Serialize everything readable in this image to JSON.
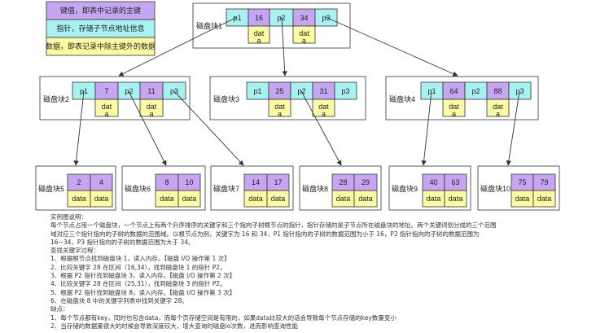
{
  "legend": {
    "key": "键值，即表中记录的主键",
    "pointer": "指针，存储子节点地址信息",
    "data": "数据，即表记录中除主键外的数据"
  },
  "colors": {
    "key": "#c6a6f2",
    "pointer": "#a9f1f1",
    "data": "#fbfba3",
    "border": "#333333"
  },
  "root": {
    "label": "磁盘块1",
    "cells": [
      "p1",
      "16",
      "p2",
      "34",
      "p3"
    ],
    "data_label": "data"
  },
  "level2": [
    {
      "label": "磁盘块2",
      "cells": [
        "p1",
        "7",
        "p2",
        "11",
        "p3"
      ],
      "data_label": "data"
    },
    {
      "label": "磁盘块3",
      "cells": [
        "p1",
        "25",
        "p2",
        "31",
        "p3"
      ],
      "data_label": "data"
    },
    {
      "label": "磁盘块4",
      "cells": [
        "p1",
        "64",
        "p2",
        "88",
        "p3"
      ],
      "data_label": "data"
    }
  ],
  "leaves": [
    {
      "label": "磁盘块5",
      "keys": [
        "2",
        "4"
      ],
      "data": [
        "data",
        "data"
      ]
    },
    {
      "label": "磁盘块6",
      "keys": [
        "8",
        "10"
      ],
      "data": [
        "data",
        "data"
      ]
    },
    {
      "label": "磁盘块7",
      "keys": [
        "14",
        "17"
      ],
      "data": [
        "data",
        "data"
      ]
    },
    {
      "label": "磁盘块8",
      "keys": [
        "28",
        "29"
      ],
      "data": [
        "data",
        "data"
      ]
    },
    {
      "label": "磁盘块9",
      "keys": [
        "40",
        "63"
      ],
      "data": [
        "data",
        "data"
      ]
    },
    {
      "label": "磁盘块10",
      "keys": [
        "75",
        "79"
      ],
      "data": [
        "data",
        "data"
      ]
    }
  ],
  "notes": [
    "实例图说明：",
    "每个节点占用一个磁盘块，一个节点上有两个升序排序的关键字和三个指向子树根节点的指针，指针存储的是子节点所在磁盘块的地址。两个关键词划分成的三个范围",
    "域对应三个指针指向的子树的数据的范围域。以根节点为例，关键字为 16 和 34，P1 指针指向的子树的数据范围为小于 16，P2 指针指向的子树的数据范围为",
    "16~34，P3 指针指向的子树的数据范围为大于 34。",
    "查找关键字过程：",
    "1、根据根节点找到磁盘块 1，读入内存。【磁盘 I/O 操作第 1 次】",
    "2、比较关键字 28 在区间（16,34），找到磁盘块 1 的指针 P2。",
    "3、根据 P2 指针找到磁盘块 3，读入内存。【磁盘 I/O 操作第 2 次】",
    "4、比较关键字 28 在区间（25,31），找到磁盘块 3 的指针 P2。",
    "5、根据 P2 指针找到磁盘块 8，读入内存。【磁盘 I/O 操作第 3 次】",
    "6、在磁盘块 8 中的关键字列表中找到关键字 28。",
    "缺点：",
    "1、每个节点都有key，同时也包含data，而每个页存储空间是有限的，如果data比较大的话会导致每个节点存储的key数量变小",
    "2、当存储的数据量很大的时候会导致深度较大，增大查询时磁盘io次数，进而影响查询性能"
  ]
}
